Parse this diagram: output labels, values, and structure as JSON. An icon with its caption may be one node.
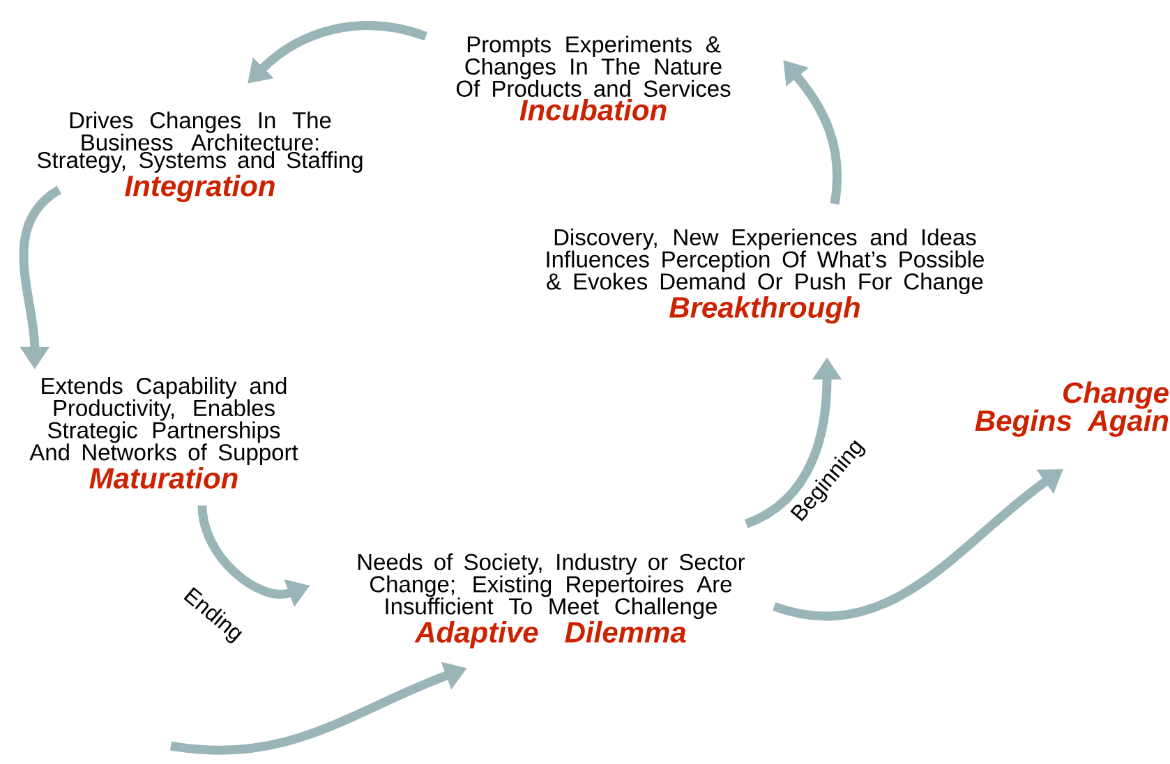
{
  "diagram": {
    "nodes": [
      {
        "text": [
          "Prompts Experiments & Changes In The Nature Of Products and Services",
          "Incubation"
        ]
      },
      {
        "text": [
          "Drives Changes In The Business Architecture: Strategy, Systems and Staffing",
          "Integration"
        ]
      },
      {
        "text": [
          "Discovery, New Experiences and Ideas Influences Perception Of What’s Possible & Evokes Demand Or Push For Change",
          "Breakthrough"
        ]
      },
      {
        "text": [
          "Extends Capability and Productivity, Enables Strategic Partnerships And Networks of Support",
          "Maturation"
        ]
      },
      {
        "text": [
          "Needs of Society, Industry or Sector Change; Existing Repertoires Are Insufficient To Meet Challenge",
          "Adaptive Dilemma"
        ]
      },
      {
        "text": [
          "Change Begins Again"
        ]
      }
    ],
    "edges": [
      {
        "from": 2,
        "to": 0,
        "arrow": "to"
      },
      {
        "from": 0,
        "to": 1,
        "arrow": "to"
      },
      {
        "from": 1,
        "to": 3,
        "arrow": "to"
      },
      {
        "from": 3,
        "to": 4,
        "arrow": "to",
        "label": "Ending"
      },
      {
        "from": 4,
        "to": 2,
        "arrow": "to",
        "label": "Beginning"
      },
      {
        "from": 4,
        "to": 5,
        "arrow": "to"
      },
      {
        "from": null,
        "to": 4,
        "arrow": "to"
      }
    ]
  }
}
